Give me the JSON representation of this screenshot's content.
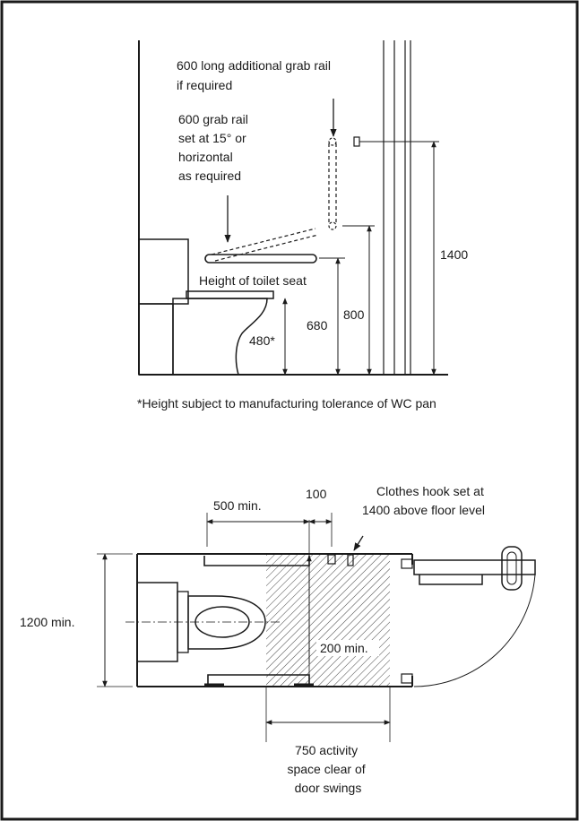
{
  "elevation": {
    "additional_rail_label": [
      "600 long additional grab rail",
      "if required"
    ],
    "angled_rail_label": [
      "600 grab rail",
      "set at 15° or",
      "horizontal",
      "as required"
    ],
    "toilet_seat_label": "Height of toilet seat",
    "dim_seat": "480*",
    "dim_rail": "680",
    "dim_lower_rail": "800",
    "dim_upper": "1400"
  },
  "footnote": "*Height subject to manufacturing tolerance of WC pan",
  "plan": {
    "dim_500": "500 min.",
    "dim_100": "100",
    "hook_label": [
      "Clothes hook set at",
      "1400 above floor level"
    ],
    "dim_width": "1200 min.",
    "dim_200": "200 min.",
    "activity_label": [
      "750 activity",
      "space clear of",
      "door swings"
    ]
  }
}
